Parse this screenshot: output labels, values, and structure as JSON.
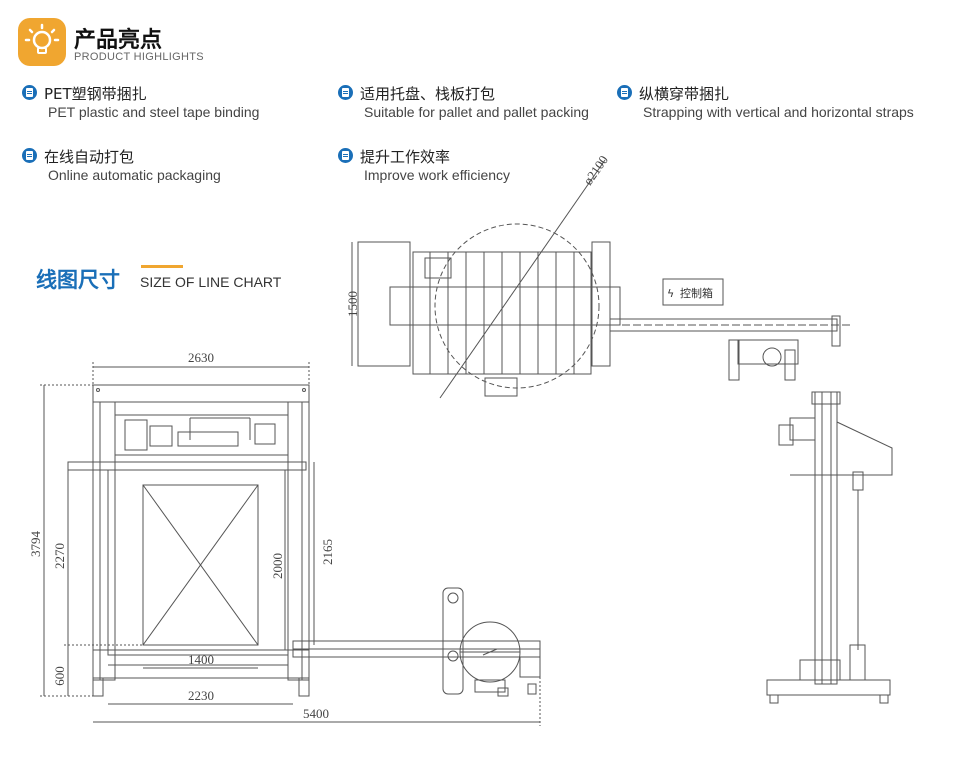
{
  "header": {
    "title_cn": "产品亮点",
    "title_en": "PRODUCT HIGHLIGHTS",
    "icon": "lightbulb-icon",
    "accent_color": "#f0a630"
  },
  "features": [
    {
      "cn": "PET塑钢带捆扎",
      "en": "PET plastic and steel tape binding"
    },
    {
      "cn": "适用托盘、栈板打包",
      "en": "Suitable for pallet and pallet packing"
    },
    {
      "cn": "纵横穿带捆扎",
      "en": "Strapping with vertical and horizontal straps"
    },
    {
      "cn": "在线自动打包",
      "en": "Online automatic packaging"
    },
    {
      "cn": "提升工作效率",
      "en": "Improve work efficiency"
    }
  ],
  "section": {
    "title_cn": "线图尺寸",
    "title_en": "SIZE OF LINE CHART",
    "title_color": "#1a6fb8"
  },
  "drawing": {
    "front_view": {
      "width_top": "2630",
      "height_total": "3794",
      "height_inner": "2270",
      "height_opening": "2000",
      "height_right": "2165",
      "height_base": "600",
      "width_opening": "1400",
      "width_base": "2230",
      "width_total": "5400"
    },
    "top_view": {
      "diameter": "ø2100",
      "depth": "1500",
      "control_box": "控制箱"
    }
  }
}
